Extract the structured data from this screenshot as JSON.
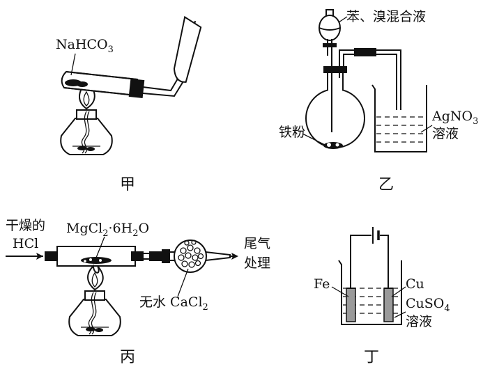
{
  "labels": {
    "jia": {
      "reagent": "NaHCO",
      "reagent_sub": "3",
      "caption": "甲"
    },
    "yi": {
      "funnel_liquid": "苯、溴混合液",
      "iron": "铁粉",
      "beaker_solution_formula": "AgNO",
      "beaker_solution_sub": "3",
      "beaker_solution_word": "溶液",
      "caption": "乙"
    },
    "bing": {
      "gas_line1": "干燥的",
      "gas_line2": "HCl",
      "salt_a": "MgCl",
      "salt_sub1": "2",
      "salt_b": "·6H",
      "salt_sub2": "2",
      "salt_c": "O",
      "drier_a": "无水 CaCl",
      "drier_sub": "2",
      "exhaust_line1": "尾气",
      "exhaust_line2": "处理",
      "caption": "丙"
    },
    "ding": {
      "left_electrode": "Fe",
      "right_electrode": "Cu",
      "solution_formula": "CuSO",
      "solution_sub": "4",
      "solution_word": "溶液",
      "caption": "丁"
    }
  }
}
